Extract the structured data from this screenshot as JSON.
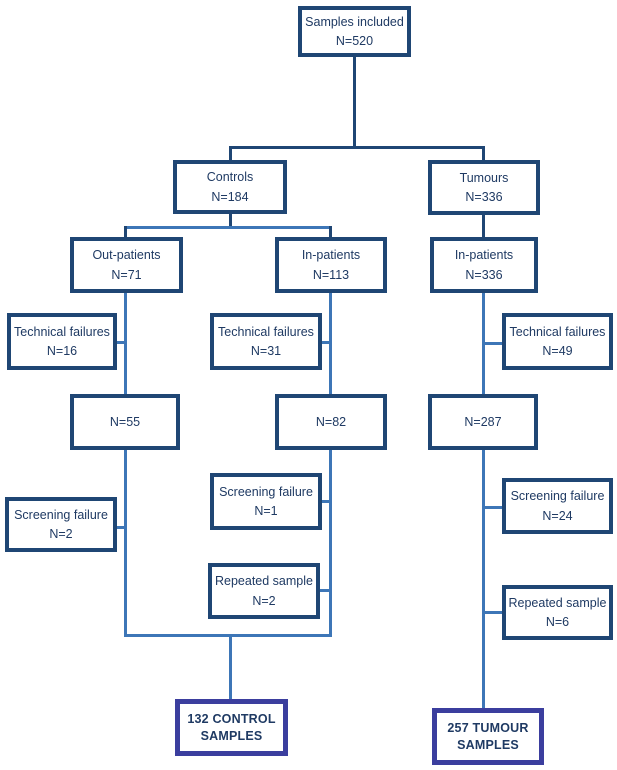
{
  "colors": {
    "box_border": "#1f4674",
    "final_border": "#3b3e9e",
    "line_light": "#3d76b7",
    "line_dark": "#1f4674",
    "text_color": "#1f3a63"
  },
  "nodes": {
    "samples_included": {
      "label": "Samples included",
      "value": "N=520"
    },
    "controls": {
      "label": "Controls",
      "value": "N=184"
    },
    "tumours": {
      "label": "Tumours",
      "value": "N=336"
    },
    "out_patients": {
      "label": "Out-patients",
      "value": "N=71"
    },
    "in_patients_controls": {
      "label": "In-patients",
      "value": "N=113"
    },
    "in_patients_tumours": {
      "label": "In-patients",
      "value": "N=336"
    },
    "tech_fail_out": {
      "label": "Technical failures",
      "value": "N=16"
    },
    "tech_fail_in": {
      "label": "Technical failures",
      "value": "N=31"
    },
    "tech_fail_tum": {
      "label": "Technical failures",
      "value": "N=49"
    },
    "n55": {
      "value": "N=55"
    },
    "n82": {
      "value": "N=82"
    },
    "n287": {
      "value": "N=287"
    },
    "screen_fail_out": {
      "label": "Screening failure",
      "value": "N=2"
    },
    "screen_fail_in": {
      "label": "Screening failure",
      "value": "N=1"
    },
    "screen_fail_tum": {
      "label": "Screening failure",
      "value": "N=24"
    },
    "repeat_in": {
      "label": "Repeated sample",
      "value": "N=2"
    },
    "repeat_tum": {
      "label": "Repeated sample",
      "value": "N=6"
    },
    "final_controls": {
      "line1": "132 CONTROL",
      "line2": "SAMPLES"
    },
    "final_tumours": {
      "line1": "257 TUMOUR",
      "line2": "SAMPLES"
    }
  }
}
